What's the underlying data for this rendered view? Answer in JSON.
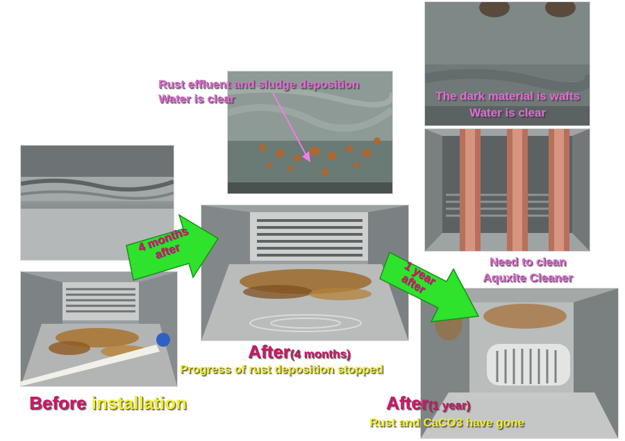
{
  "top_center": {
    "line1": "Rust effluent and sludge deposition",
    "line2": "Water is clear"
  },
  "top_right": {
    "line1": "The dark material is  wafts",
    "line2": "Water is clear"
  },
  "right_mid": {
    "line1": "Need to clean",
    "line2": "Aquxite Cleaner"
  },
  "arrow1": {
    "line1": "4 months",
    "line2": "after"
  },
  "arrow2": {
    "line1": "1 year",
    "line2": "after"
  },
  "before": {
    "word1": "Before",
    "word2": "installation"
  },
  "after4": {
    "title": "After",
    "suffix": "(4 months)",
    "subtitle": "Progress of rust deposition stopped"
  },
  "after1y": {
    "title": "After",
    "suffix": "(1 year)",
    "subtitle": "Rust and CaCO3 have gone"
  },
  "colors": {
    "pink": "#e36ad6",
    "magenta": "#d2156a",
    "yellow": "#f2ee2a",
    "arrow_green": "#2fe22c"
  }
}
